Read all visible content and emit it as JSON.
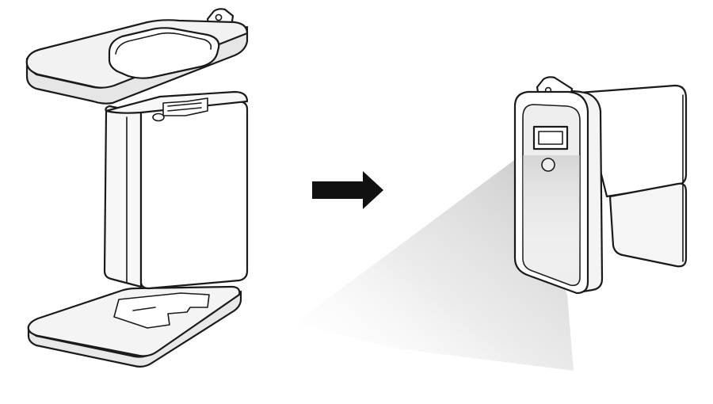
{
  "diagram": {
    "steps": [
      {
        "id": "disassembled",
        "parts": [
          "top-cover",
          "device-body",
          "base-plate"
        ]
      },
      {
        "id": "assembled",
        "parts": [
          "assembled-device",
          "light-beam"
        ]
      }
    ],
    "connector": "arrow-right-icon",
    "colors": {
      "stroke": "#1a1a1a",
      "part_fill_light": "#f2f2f2",
      "part_fill_grey": "#e6e6e6",
      "body_fill": "#ffffff",
      "beam": "#d9d9d9",
      "arrow": "#111111"
    }
  }
}
